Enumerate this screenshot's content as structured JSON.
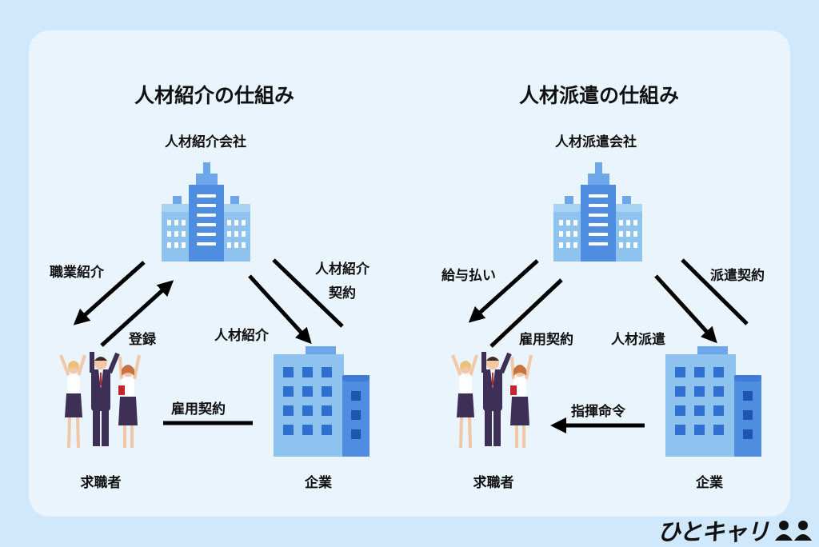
{
  "left": {
    "title": "人材紹介の仕組み",
    "agency": "人材紹介会社",
    "arrow_left_label": "職業紹介",
    "arrow_register_label": "登録",
    "arrow_right_label": "人材紹介",
    "line_contract_label_1": "人材紹介",
    "line_contract_label_2": "契約",
    "bottom_label": "雇用契約",
    "jobseekers": "求職者",
    "company": "企業"
  },
  "right": {
    "title": "人材派遣の仕組み",
    "agency": "人材派遣会社",
    "arrow_left_label": "給与払い",
    "line_employment_label": "雇用契約",
    "arrow_right_label": "人材派遣",
    "line_contract_label": "派遣契約",
    "bottom_label": "指揮命令",
    "jobseekers": "求職者",
    "company": "企業"
  },
  "logo": {
    "text": "ひとキャリ"
  },
  "colors": {
    "background": "#cfe8fb",
    "card": "#e9f4fd",
    "building_light": "#8ec3ef",
    "building_mid": "#5d98e6",
    "building_dark": "#2f6fd0",
    "arrow": "#000000"
  }
}
